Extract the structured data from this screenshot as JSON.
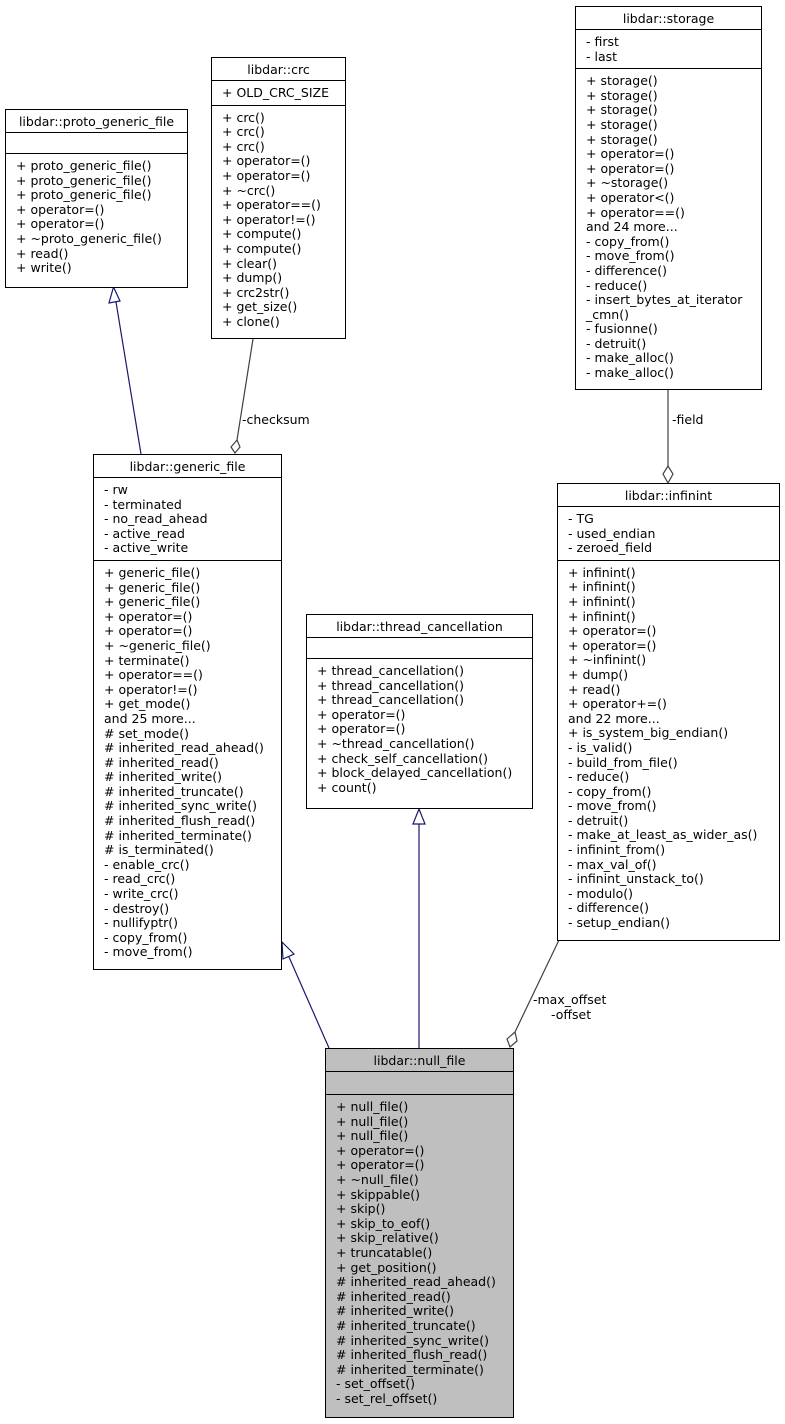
{
  "classes": {
    "storage": {
      "title": "libdar::storage",
      "attributes": [
        "- first",
        "- last"
      ],
      "operations": [
        "+ storage()",
        "+ storage()",
        "+ storage()",
        "+ storage()",
        "+ storage()",
        "+ operator=()",
        "+ operator=()",
        "+ ~storage()",
        "+ operator<()",
        "+ operator==()",
        "and 24 more...",
        "- copy_from()",
        "- move_from()",
        "- difference()",
        "- reduce()",
        "- insert_bytes_at_iterator",
        "_cmn()",
        "- fusionne()",
        "- detruit()",
        "- make_alloc()",
        "- make_alloc()"
      ]
    },
    "crc": {
      "title": "libdar::crc",
      "attributes": [
        "+ OLD_CRC_SIZE"
      ],
      "operations": [
        "+ crc()",
        "+ crc()",
        "+ crc()",
        "+ operator=()",
        "+ operator=()",
        "+ ~crc()",
        "+ operator==()",
        "+ operator!=()",
        "+ compute()",
        "+ compute()",
        "+ clear()",
        "+ dump()",
        "+ crc2str()",
        "+ get_size()",
        "+ clone()"
      ]
    },
    "proto_generic_file": {
      "title": "libdar::proto_generic_file",
      "attributes": [],
      "operations": [
        "+ proto_generic_file()",
        "+ proto_generic_file()",
        "+ proto_generic_file()",
        "+ operator=()",
        "+ operator=()",
        "+ ~proto_generic_file()",
        "+ read()",
        "+ write()"
      ]
    },
    "generic_file": {
      "title": "libdar::generic_file",
      "attributes": [
        "- rw",
        "- terminated",
        "- no_read_ahead",
        "- active_read",
        "- active_write"
      ],
      "operations": [
        "+ generic_file()",
        "+ generic_file()",
        "+ generic_file()",
        "+ operator=()",
        "+ operator=()",
        "+ ~generic_file()",
        "+ terminate()",
        "+ operator==()",
        "+ operator!=()",
        "+ get_mode()",
        "and 25 more...",
        "# set_mode()",
        "# inherited_read_ahead()",
        "# inherited_read()",
        "# inherited_write()",
        "# inherited_truncate()",
        "# inherited_sync_write()",
        "# inherited_flush_read()",
        "# inherited_terminate()",
        "# is_terminated()",
        "- enable_crc()",
        "- read_crc()",
        "- write_crc()",
        "- destroy()",
        "- nullifyptr()",
        "- copy_from()",
        "- move_from()"
      ]
    },
    "thread_cancellation": {
      "title": "libdar::thread_cancellation",
      "attributes": [],
      "operations": [
        "+ thread_cancellation()",
        "+ thread_cancellation()",
        "+ thread_cancellation()",
        "+ operator=()",
        "+ operator=()",
        "+ ~thread_cancellation()",
        "+ check_self_cancellation()",
        "+ block_delayed_cancellation()",
        "+ count()"
      ]
    },
    "infinint": {
      "title": "libdar::infinint",
      "attributes": [
        "- TG",
        "- used_endian",
        "- zeroed_field"
      ],
      "operations": [
        "+ infinint()",
        "+ infinint()",
        "+ infinint()",
        "+ infinint()",
        "+ operator=()",
        "+ operator=()",
        "+ ~infinint()",
        "+ dump()",
        "+ read()",
        "+ operator+=()",
        "and 22 more...",
        "+ is_system_big_endian()",
        "- is_valid()",
        "- build_from_file()",
        "- reduce()",
        "- copy_from()",
        "- move_from()",
        "- detruit()",
        "- make_at_least_as_wider_as()",
        "- infinint_from()",
        "- max_val_of()",
        "- infinint_unstack_to()",
        "- modulo()",
        "- difference()",
        "- setup_endian()"
      ]
    },
    "null_file": {
      "title": "libdar::null_file",
      "attributes": [],
      "operations": [
        "+ null_file()",
        "+ null_file()",
        "+ null_file()",
        "+ operator=()",
        "+ operator=()",
        "+ ~null_file()",
        "+ skippable()",
        "+ skip()",
        "+ skip_to_eof()",
        "+ skip_relative()",
        "+ truncatable()",
        "+ get_position()",
        "# inherited_read_ahead()",
        "# inherited_read()",
        "# inherited_write()",
        "# inherited_truncate()",
        "# inherited_sync_write()",
        "# inherited_flush_read()",
        "# inherited_terminate()",
        "- set_offset()",
        "- set_rel_offset()"
      ]
    }
  },
  "edge_labels": {
    "checksum": "-checksum",
    "field": "-field",
    "max_offset": "-max_offset",
    "offset": "-offset"
  },
  "colors": {
    "inheritance_edge": "#191970",
    "association_edge": "#404040",
    "highlight_fill": "#bfbfbf"
  }
}
